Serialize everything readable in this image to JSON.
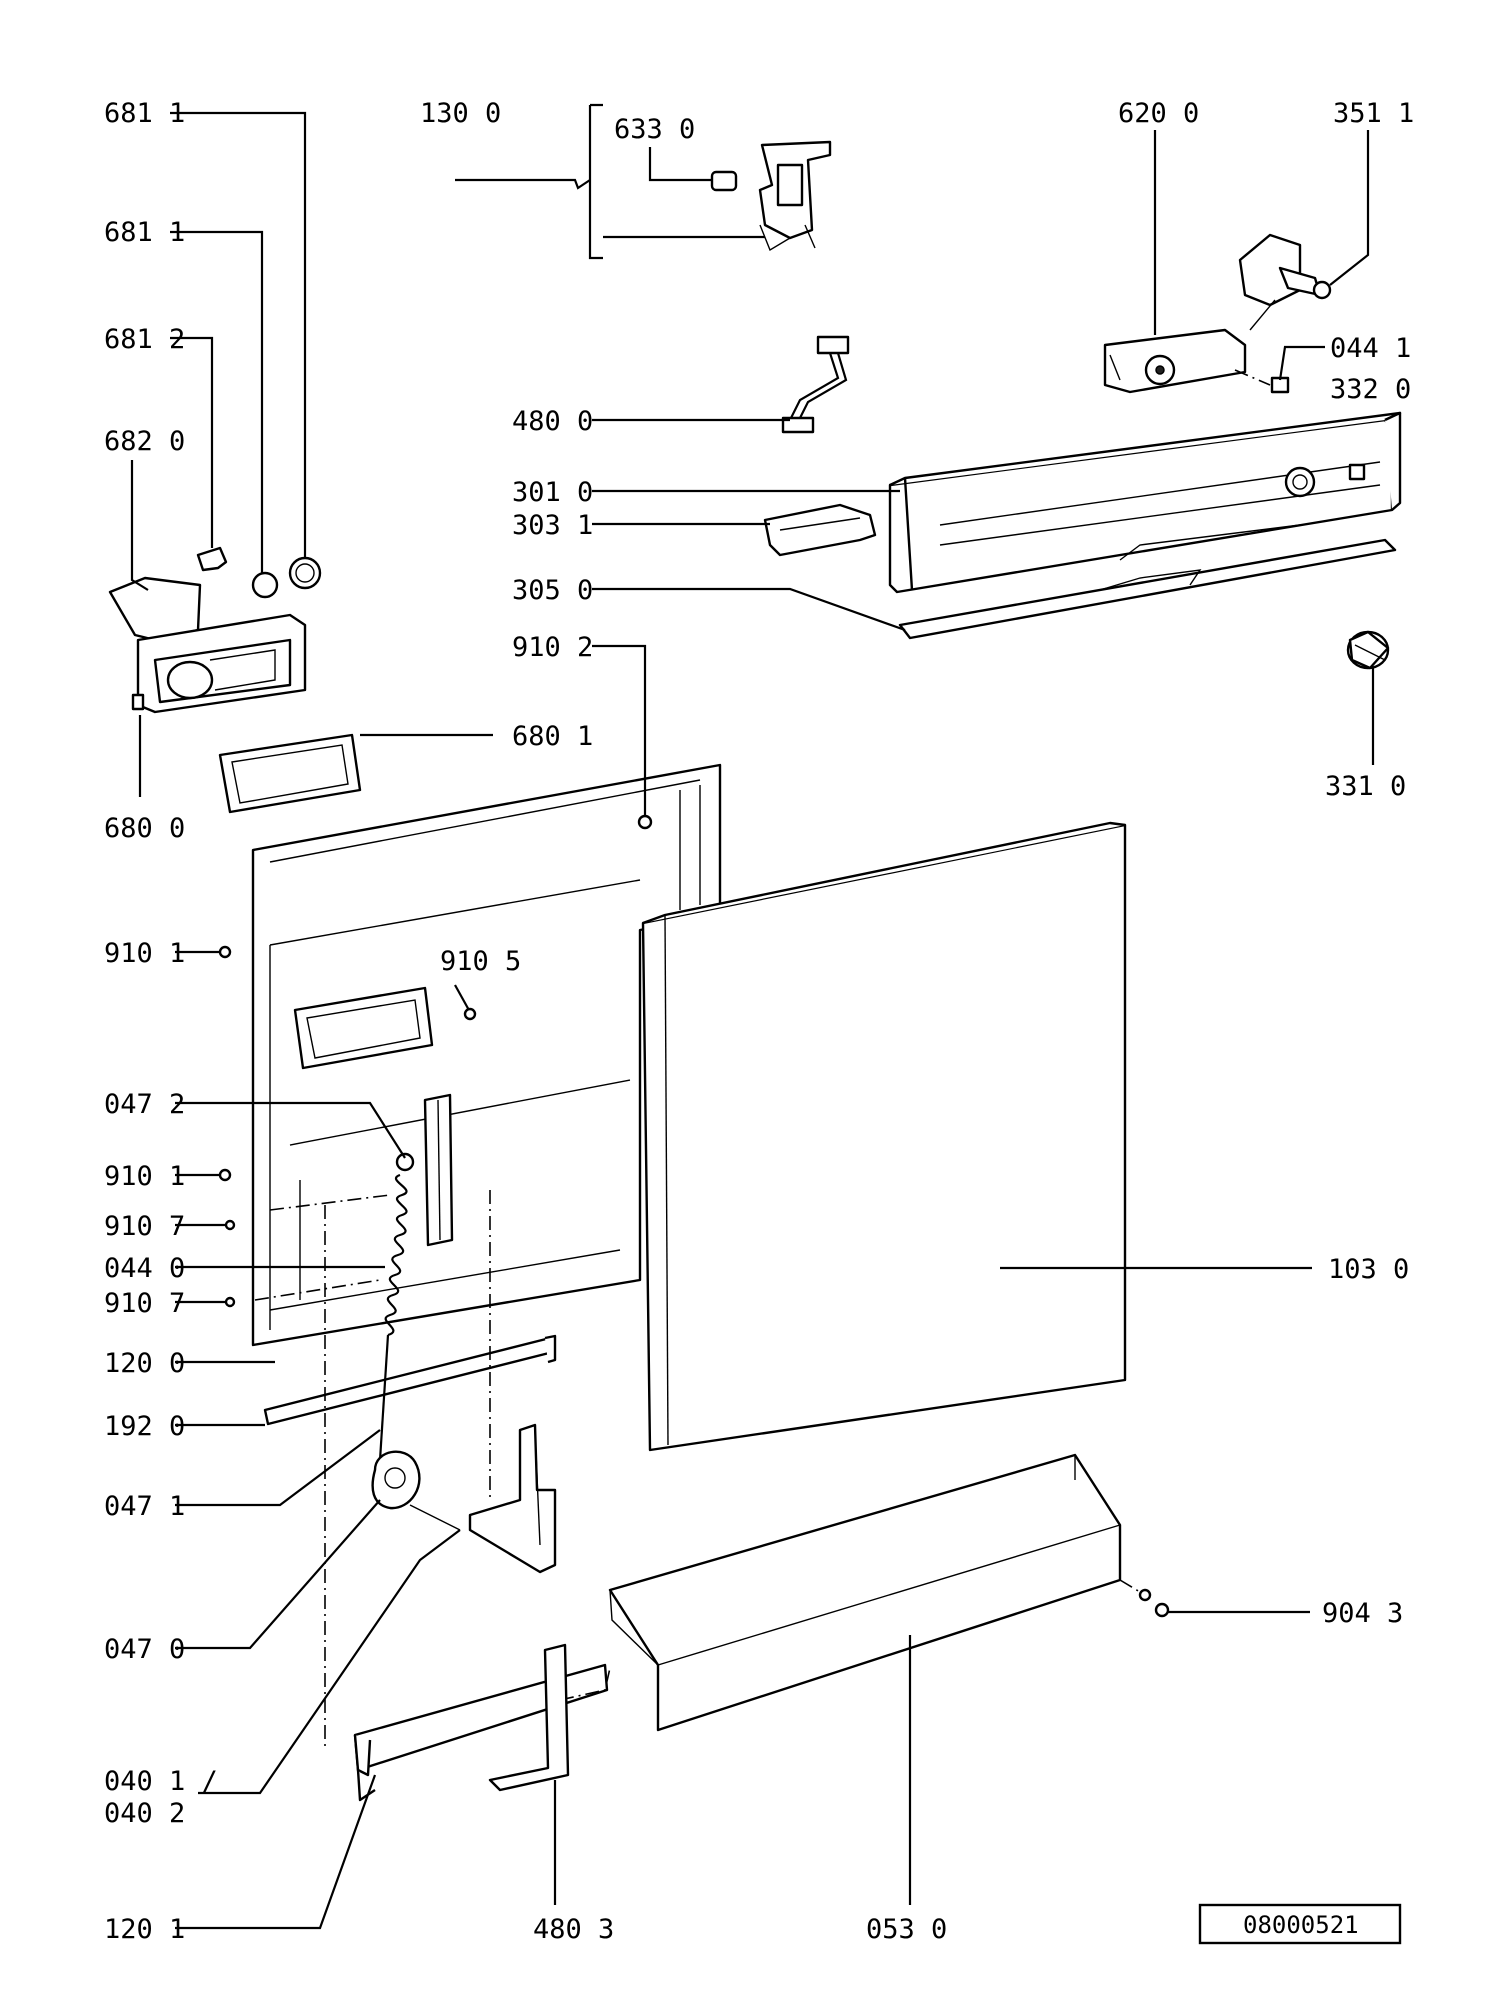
{
  "parts": {
    "p681_1a": "681 1",
    "p681_1b": "681 1",
    "p681_2": "681 2",
    "p682_0": "682 0",
    "p680_0": "680 0",
    "p680_1": "680 1",
    "p130_0": "130 0",
    "p633_0": "633 0",
    "p620_0": "620 0",
    "p351_1": "351 1",
    "p044_1": "044 1",
    "p332_0": "332 0",
    "p480_0": "480 0",
    "p301_0": "301 0",
    "p303_1": "303 1",
    "p305_0": "305 0",
    "p910_2": "910 2",
    "p331_0": "331 0",
    "p910_1a": "910 1",
    "p910_5": "910 5",
    "p047_2": "047 2",
    "p910_1b": "910 1",
    "p910_7a": "910 7",
    "p044_0": "044 0",
    "p910_7b": "910 7",
    "p120_0": "120 0",
    "p103_0": "103 0",
    "p192_0": "192 0",
    "p047_1": "047 1",
    "p047_0": "047 0",
    "p904_3": "904 3",
    "p040_1": "040 1 /",
    "p040_2": "040 2",
    "p120_1": "120 1",
    "p480_3": "480 3",
    "p053_0": "053 0"
  },
  "reference_code": "08000521"
}
